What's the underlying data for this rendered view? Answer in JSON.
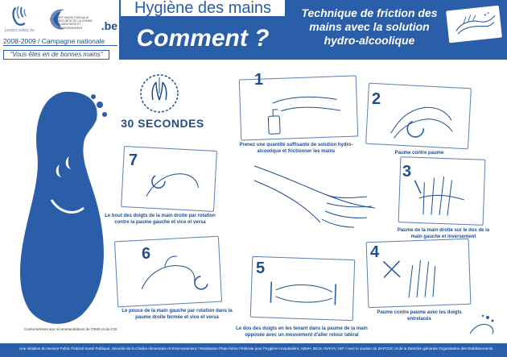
{
  "header": {
    "title_top": "Hygiène des mains",
    "title_main": "Comment ?",
    "technique": "Technique de friction des mains avec la solution hydro-alcoolique",
    "campaign": "2008-2009 / Campagne nationale",
    "slogan": "\"Vous êtes en de bonnes mains\"",
    "logo_be": ".be",
    "logo_hands_text": "protect safety be",
    "logo_spf_text": "SPF SANTE PUBLIQUE, SECURITE DE LA CHAINE ALIMENTAIRE ET ENVIRONNEMENT"
  },
  "blob": {
    "text": "\"Vous êtes en de bonnes mains\""
  },
  "timer": {
    "label": "30 SECONDES"
  },
  "steps": [
    {
      "num": "1",
      "caption": "Prenez une quantité suffisante de solution hydro-alcoolique et frictionner les mains"
    },
    {
      "num": "2",
      "caption": "Paume contre paume"
    },
    {
      "num": "3",
      "caption": "Paume de la main droite sur le dos de la main gauche et inversement"
    },
    {
      "num": "4",
      "caption": "Paume contre paume avec les doigts entrelacés"
    },
    {
      "num": "5",
      "caption": "Le dos des doigts en les tenant dans la paume de la main opposée avec un mouvement d'aller retour latéral"
    },
    {
      "num": "6",
      "caption": "Le pouce de la main gauche par rotation dans la paume droite fermée et vice et versa"
    },
    {
      "num": "7",
      "caption": "Le bout des doigts de la main droite par rotation contre la paume gauche et vice et versa"
    }
  ],
  "footer": {
    "conform": "Conformément aux recommandations de l'OMS et du CGI",
    "text": "Une initiative du Service Public Fédéral Santé Publique, Sécurité de la Chaîne Alimentaire et Environnement / Réalisation Plate-forme Fédérale pour l'Hygiène Hospitalière, ABHH, BICS, NVKVV, ISP / Avec le soutien du BAPCOC et de la Direction générale Organisation des Etablissements de soins."
  },
  "colors": {
    "primary": "#2a5ea8",
    "dark": "#1f4e8f",
    "white": "#ffffff"
  }
}
